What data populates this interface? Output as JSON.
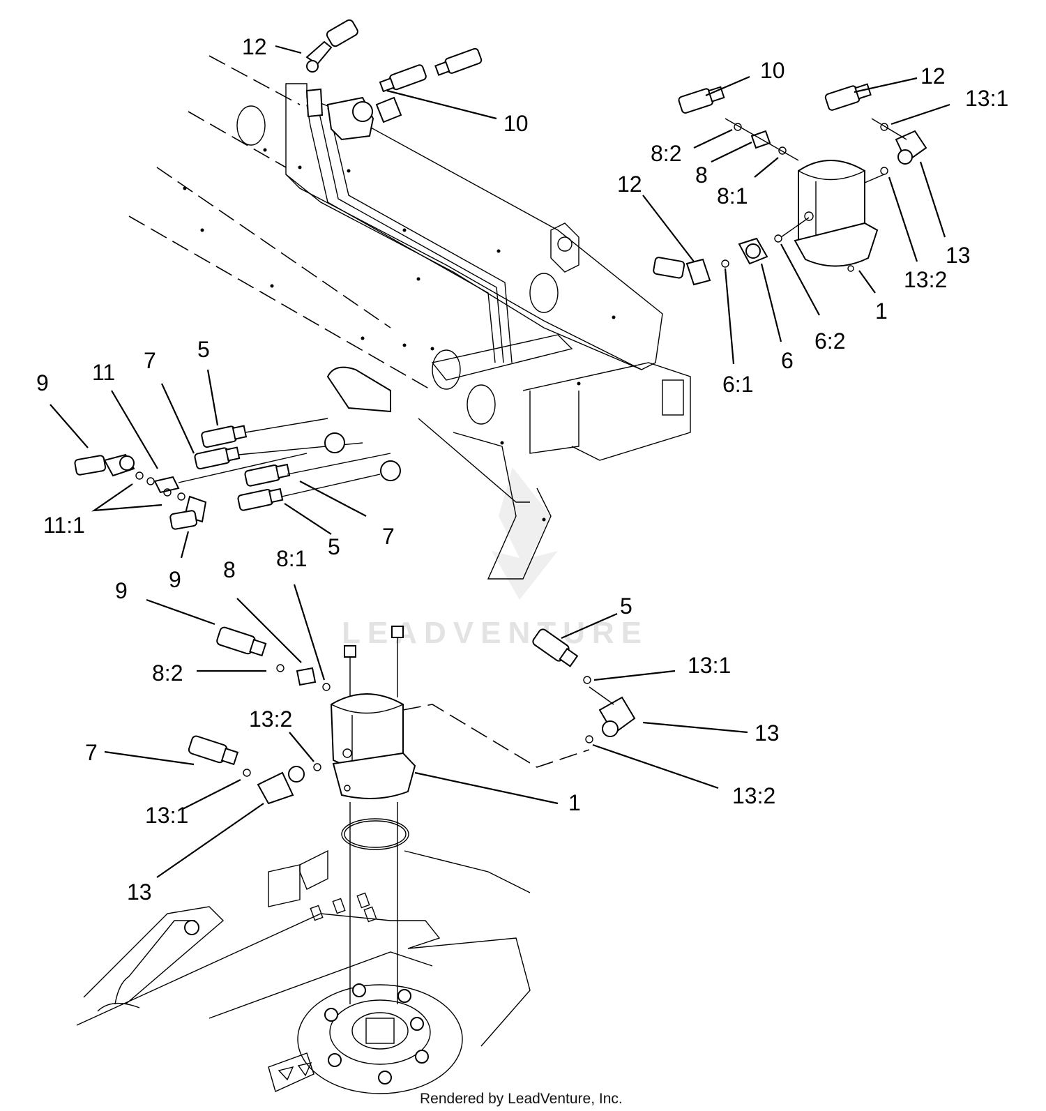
{
  "callouts": [
    {
      "id": "c1",
      "label": "12"
    },
    {
      "id": "c2",
      "label": "10"
    },
    {
      "id": "c3",
      "label": "10"
    },
    {
      "id": "c4",
      "label": "12"
    },
    {
      "id": "c5",
      "label": "13:1"
    },
    {
      "id": "c6",
      "label": "8:2"
    },
    {
      "id": "c7",
      "label": "8"
    },
    {
      "id": "c8",
      "label": "8:1"
    },
    {
      "id": "c9",
      "label": "12"
    },
    {
      "id": "c10",
      "label": "13"
    },
    {
      "id": "c11",
      "label": "13:2"
    },
    {
      "id": "c12",
      "label": "1"
    },
    {
      "id": "c13",
      "label": "6:2"
    },
    {
      "id": "c14",
      "label": "6"
    },
    {
      "id": "c15",
      "label": "6:1"
    },
    {
      "id": "c16",
      "label": "9"
    },
    {
      "id": "c17",
      "label": "11"
    },
    {
      "id": "c18",
      "label": "7"
    },
    {
      "id": "c19",
      "label": "5"
    },
    {
      "id": "c20",
      "label": "11:1"
    },
    {
      "id": "c21",
      "label": "9"
    },
    {
      "id": "c22",
      "label": "5"
    },
    {
      "id": "c23",
      "label": "7"
    },
    {
      "id": "c24",
      "label": "9"
    },
    {
      "id": "c25",
      "label": "8"
    },
    {
      "id": "c26",
      "label": "8:1"
    },
    {
      "id": "c27",
      "label": "8:2"
    },
    {
      "id": "c28",
      "label": "5"
    },
    {
      "id": "c29",
      "label": "13:1"
    },
    {
      "id": "c30",
      "label": "13:2"
    },
    {
      "id": "c31",
      "label": "13"
    },
    {
      "id": "c32",
      "label": "7"
    },
    {
      "id": "c33",
      "label": "1"
    },
    {
      "id": "c34",
      "label": "13:2"
    },
    {
      "id": "c35",
      "label": "13:1"
    },
    {
      "id": "c36",
      "label": "13"
    }
  ],
  "watermark": "LEADVENTURE",
  "credit": "Rendered by LeadVenture, Inc."
}
